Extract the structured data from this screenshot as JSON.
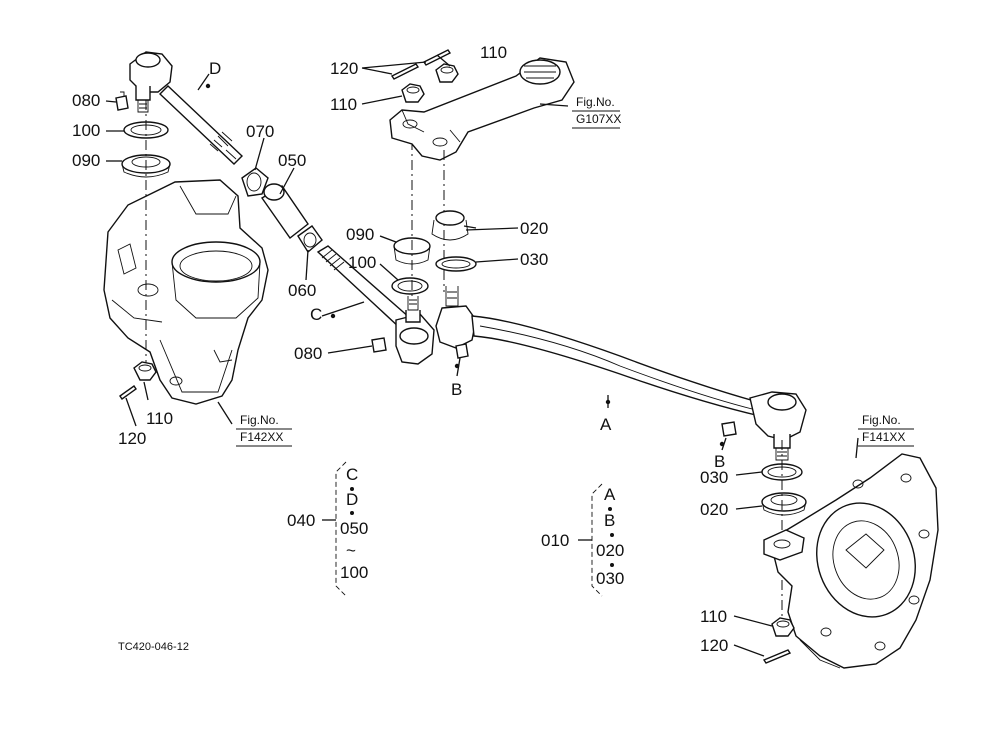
{
  "drawing_code": "TC420-046-12",
  "parts": {
    "p120_top": "120",
    "p110_top_right": "110",
    "p110_top_left": "110",
    "p080_left": "080",
    "p100_left": "100",
    "p090_left": "090",
    "p070": "070",
    "p050": "050",
    "p060": "060",
    "p090_mid": "090",
    "p100_mid": "100",
    "p020_mid": "020",
    "p030_mid": "030",
    "p080_mid": "080",
    "p110_left_bottom": "110",
    "p120_left_bottom": "120",
    "p030_right": "030",
    "p020_right": "020",
    "p110_right_bottom": "110",
    "p120_right_bottom": "120"
  },
  "letters": {
    "D": "D",
    "C": "C",
    "B_mid": "B",
    "A": "A",
    "B_right": "B"
  },
  "figure_refs": {
    "g107_label": "Fig.No.",
    "g107_code": "G107XX",
    "f142_label": "Fig.No.",
    "f142_code": "F142XX",
    "f141_label": "Fig.No.",
    "f141_code": "F141XX"
  },
  "assemblies": [
    {
      "id": "040",
      "members": [
        "C",
        "D",
        "050",
        "~",
        "100"
      ]
    },
    {
      "id": "010",
      "members": [
        "A",
        "B",
        "020",
        "030"
      ]
    }
  ]
}
